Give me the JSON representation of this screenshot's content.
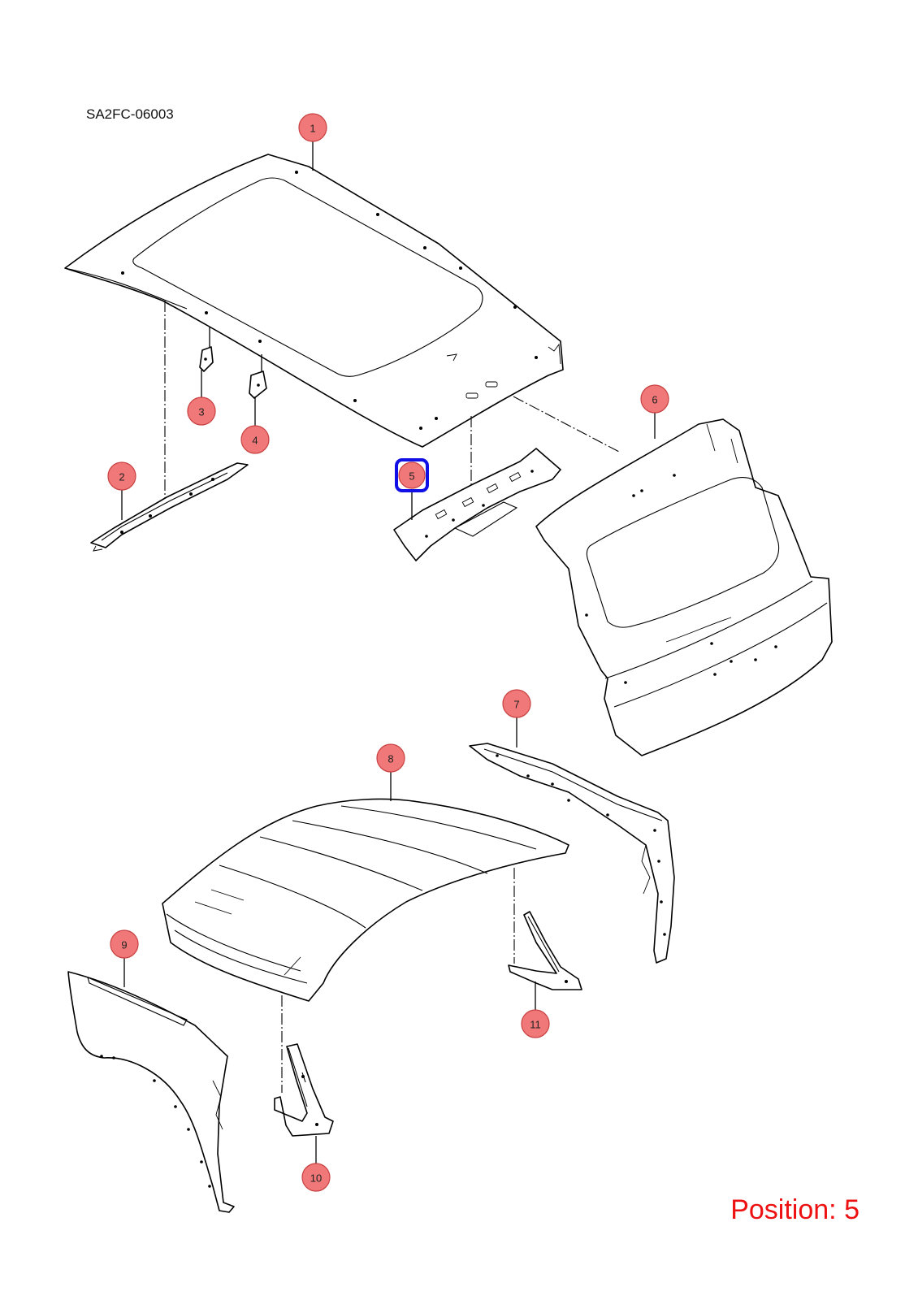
{
  "drawing_code": "SA2FC-06003",
  "position_prefix": "Position:",
  "position_value": "5",
  "selected_callout": "5",
  "callouts": [
    "1",
    "2",
    "3",
    "4",
    "5",
    "6",
    "7",
    "8",
    "9",
    "10",
    "11"
  ],
  "colors": {
    "callout_fill": "#f07878",
    "selection": "#1010e6",
    "position_text": "#ee1111"
  }
}
